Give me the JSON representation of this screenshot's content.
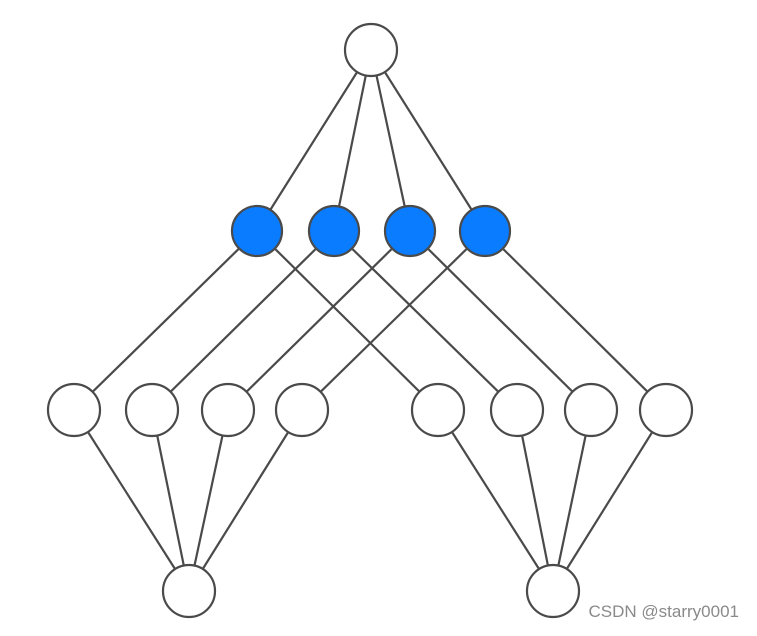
{
  "diagram": {
    "type": "network-graph",
    "colors": {
      "edge": "#4a4a4a",
      "node_stroke": "#4a4a4a",
      "node_fill_default": "#ffffff",
      "node_fill_highlight": "#0a7cff"
    },
    "layers": [
      {
        "name": "top",
        "count": 1,
        "highlighted": false
      },
      {
        "name": "middle",
        "count": 4,
        "highlighted": true
      },
      {
        "name": "lower",
        "count": 8,
        "highlighted": false
      },
      {
        "name": "bottom",
        "count": 2,
        "highlighted": false
      }
    ],
    "edges": {
      "top_to_middle": [
        [
          0,
          0
        ],
        [
          0,
          1
        ],
        [
          0,
          2
        ],
        [
          0,
          3
        ]
      ],
      "middle_to_lower": [
        [
          0,
          0
        ],
        [
          0,
          4
        ],
        [
          1,
          1
        ],
        [
          1,
          5
        ],
        [
          2,
          2
        ],
        [
          2,
          6
        ],
        [
          3,
          3
        ],
        [
          3,
          7
        ]
      ],
      "lower_to_bottom": [
        [
          0,
          0
        ],
        [
          1,
          0
        ],
        [
          2,
          0
        ],
        [
          3,
          0
        ],
        [
          4,
          1
        ],
        [
          5,
          1
        ],
        [
          6,
          1
        ],
        [
          7,
          1
        ]
      ]
    }
  },
  "watermark": {
    "text": "CSDN @starry0001"
  }
}
